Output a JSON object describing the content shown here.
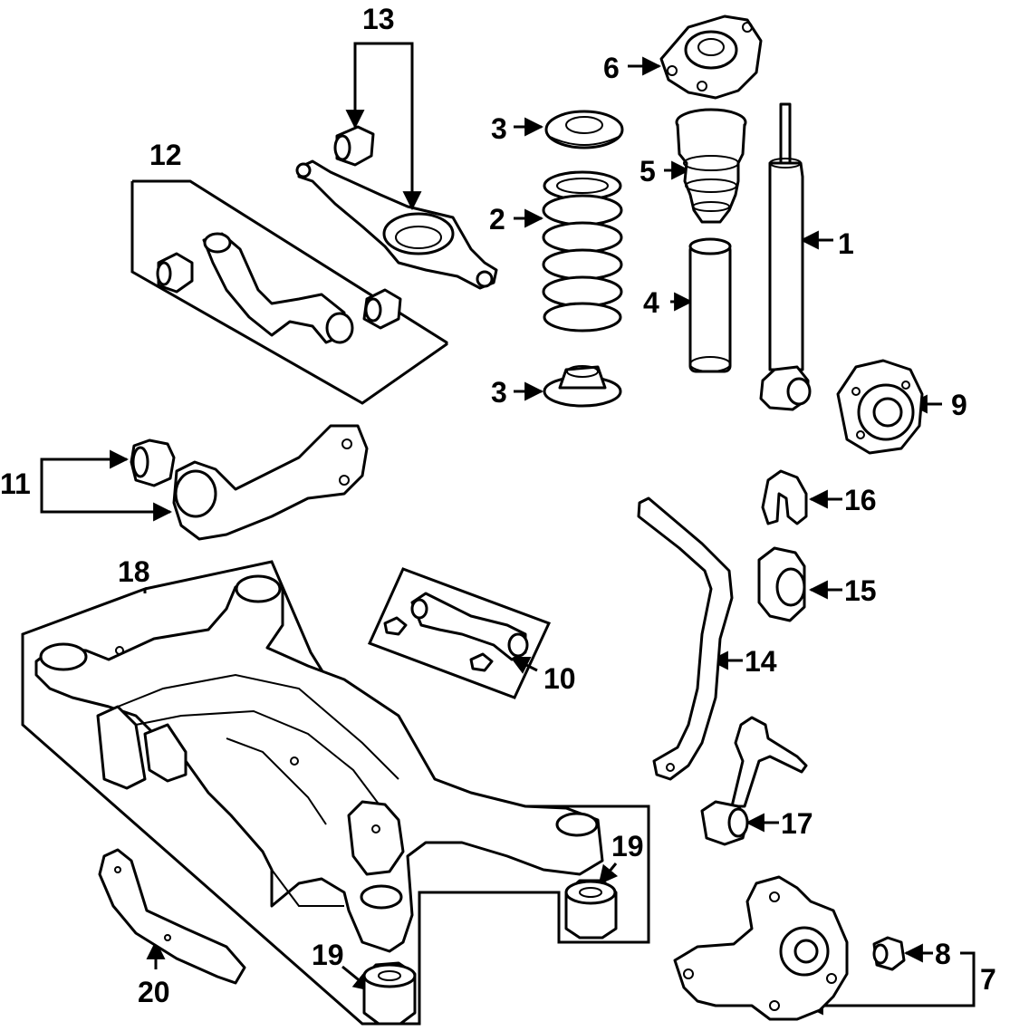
{
  "diagram": {
    "callouts": {
      "c1": "1",
      "c2": "2",
      "c3a": "3",
      "c3b": "3",
      "c4": "4",
      "c5": "5",
      "c6": "6",
      "c7": "7",
      "c8": "8",
      "c9": "9",
      "c10": "10",
      "c11": "11",
      "c12": "12",
      "c13": "13",
      "c14": "14",
      "c15": "15",
      "c16": "16",
      "c17": "17",
      "c18": "18",
      "c19a": "19",
      "c19b": "19",
      "c20": "20"
    }
  }
}
